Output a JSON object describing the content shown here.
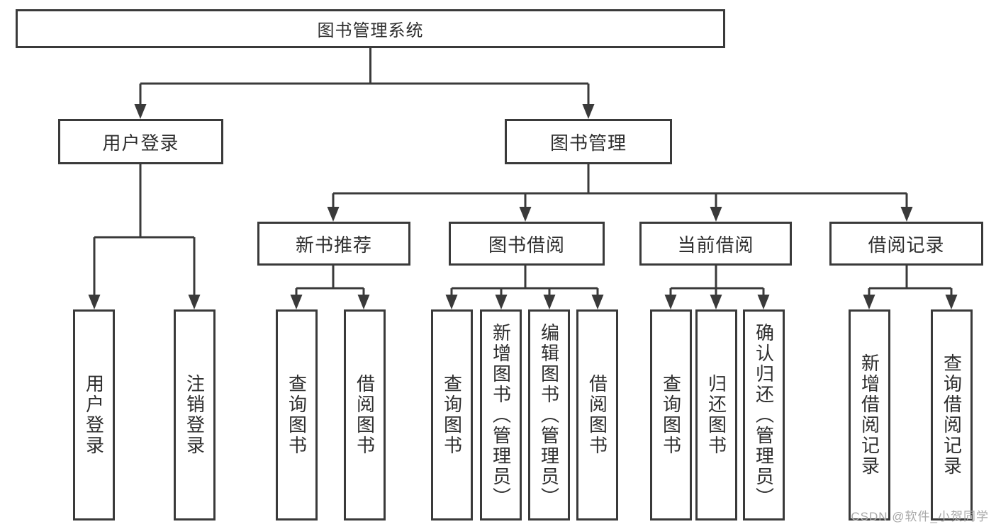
{
  "diagram": {
    "root": {
      "label": "图书管理系统"
    },
    "level2": [
      {
        "label": "用户登录"
      },
      {
        "label": "图书管理"
      }
    ],
    "level3": [
      {
        "label": "新书推荐"
      },
      {
        "label": "图书借阅"
      },
      {
        "label": "当前借阅"
      },
      {
        "label": "借阅记录"
      }
    ],
    "leaves": [
      {
        "label": "用户登录"
      },
      {
        "label": "注销登录"
      },
      {
        "label": "查询图书"
      },
      {
        "label": "借阅图书"
      },
      {
        "label": "查询图书"
      },
      {
        "label": "新增图书（管理员）"
      },
      {
        "label": "编辑图书（管理员）"
      },
      {
        "label": "借阅图书"
      },
      {
        "label": "查询图书"
      },
      {
        "label": "归还图书"
      },
      {
        "label": "确认归还（管理员）"
      },
      {
        "label": "新增借阅记录"
      },
      {
        "label": "查询借阅记录"
      }
    ]
  },
  "watermark": {
    "text": "CSDN @软件_小贺同学"
  },
  "colors": {
    "line": "#3a3a3a",
    "text": "#2e2e2e",
    "watermark": "#a8a8a8",
    "background": "#ffffff"
  }
}
